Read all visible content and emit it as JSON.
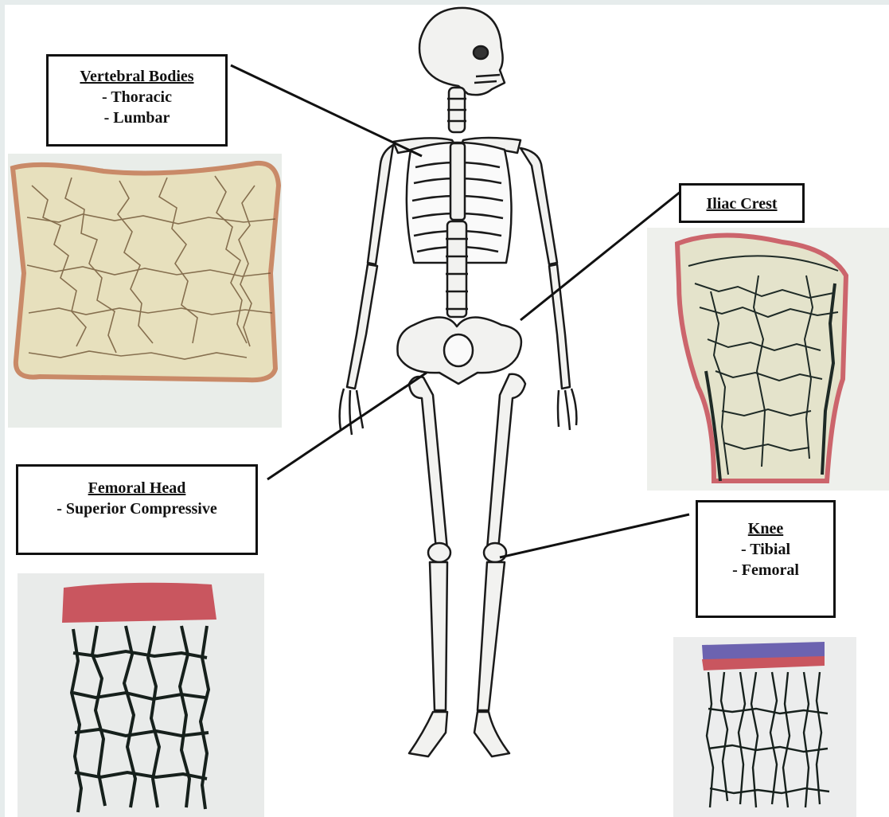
{
  "labels": {
    "vertebral": {
      "title": "Vertebral Bodies",
      "items": [
        "- Thoracic",
        "- Lumbar"
      ]
    },
    "iliac": {
      "title": "Iliac Crest",
      "items": []
    },
    "femoral": {
      "title": "Femoral Head",
      "items": [
        "- Superior Compressive"
      ]
    },
    "knee": {
      "title": "Knee",
      "items": [
        "- Tibial",
        "- Femoral"
      ]
    }
  },
  "icons": {
    "skeleton": "human-skeleton-illustration",
    "vertebral_sample": "vertebral-body-trabecular-section",
    "iliac_sample": "iliac-crest-trabecular-section",
    "femoral_sample": "femoral-head-trabecular-section",
    "knee_sample": "knee-trabecular-section"
  },
  "colors": {
    "stain_pink": "#c9565f",
    "stain_purple": "#6c63b0",
    "trabecular_dark": "#1e2a26",
    "section_tan": "#e8e2c4"
  }
}
